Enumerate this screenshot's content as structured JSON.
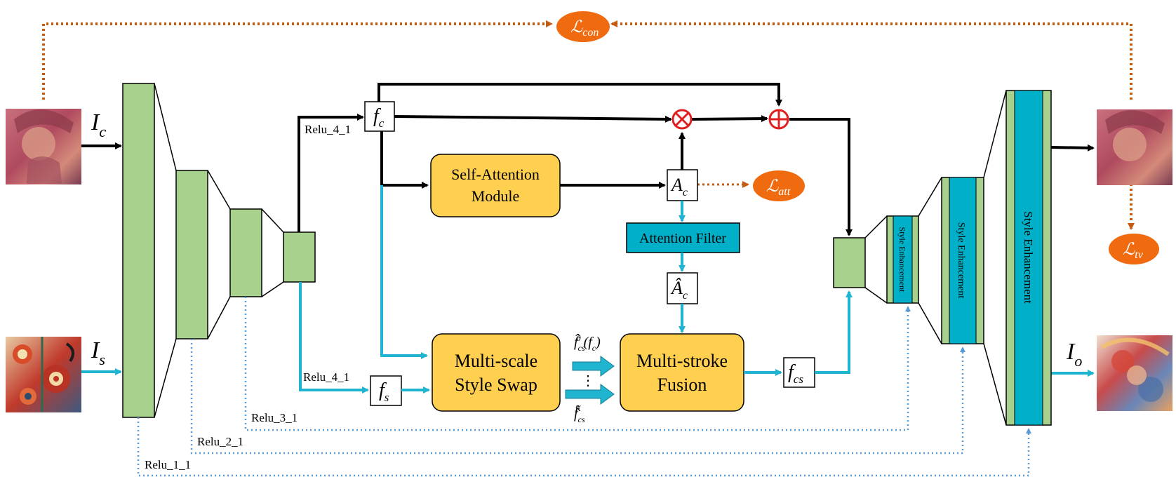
{
  "inputs": {
    "content": {
      "symbol": "I",
      "subscript": "c"
    },
    "style": {
      "symbol": "I",
      "subscript": "s"
    },
    "output": {
      "symbol": "I",
      "subscript": "o"
    }
  },
  "features": {
    "fc": {
      "symbol": "f",
      "subscript": "c"
    },
    "fs": {
      "symbol": "f",
      "subscript": "s"
    },
    "fcs": {
      "symbol": "f",
      "subscript": "cs"
    },
    "ac": {
      "symbol": "A",
      "subscript": "c"
    },
    "ac_hat": {
      "symbol": "Â",
      "subscript": "c"
    }
  },
  "layers": {
    "relu41_top": "Relu_4_1",
    "relu41_bottom": "Relu_4_1",
    "relu31": "Relu_3_1",
    "relu21": "Relu_2_1",
    "relu11": "Relu_1_1"
  },
  "modules": {
    "self_attention": [
      "Self-Attention",
      "Module"
    ],
    "attention_filter": "Attention Filter",
    "style_swap": [
      "Multi-scale",
      "Style Swap"
    ],
    "stroke_fusion": [
      "Multi-stroke",
      "Fusion"
    ],
    "style_enhancement": "Style Enhancement"
  },
  "swap_outputs": {
    "top": {
      "symbol": "f̂",
      "subscript": "cs",
      "superscript": "0",
      "arg": "(f",
      "arg_sub": "c",
      "close": ")"
    },
    "dots": "⋮",
    "bottom": {
      "symbol": "f̂",
      "subscript": "cs",
      "superscript": "K"
    }
  },
  "losses": {
    "con": {
      "symbol": "ℒ",
      "subscript": "con"
    },
    "att": {
      "symbol": "ℒ",
      "subscript": "att"
    },
    "tv": {
      "symbol": "ℒ",
      "subscript": "tv"
    }
  },
  "operators": {
    "multiply": "⊗",
    "add": "⊕"
  },
  "colors": {
    "encoder_green": "#a9d18e",
    "module_yellow": "#ffd04f",
    "filter_teal": "#00b0c8",
    "loss_orange": "#f06a10",
    "dotted_orange": "#c55a11",
    "flow_cyan": "#1fb5d1",
    "skip_blue": "#5b9bd5",
    "operator_red": "#e02020"
  }
}
